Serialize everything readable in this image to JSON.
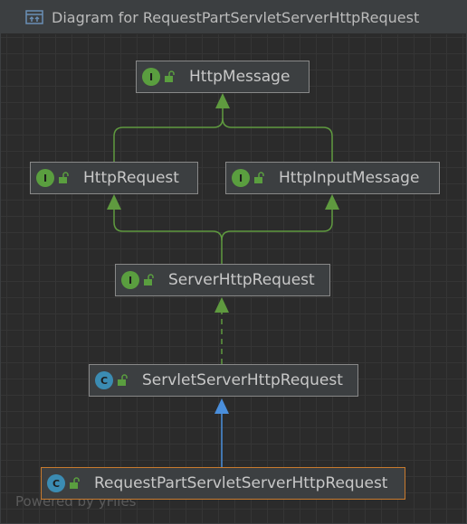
{
  "window": {
    "title": "Diagram for RequestPartServletServerHttpRequest"
  },
  "nodes": [
    {
      "id": "HttpMessage",
      "label": "HttpMessage",
      "kind": "interface",
      "kind_letter": "I"
    },
    {
      "id": "HttpRequest",
      "label": "HttpRequest",
      "kind": "interface",
      "kind_letter": "I"
    },
    {
      "id": "HttpInputMessage",
      "label": "HttpInputMessage",
      "kind": "interface",
      "kind_letter": "I"
    },
    {
      "id": "ServerHttpRequest",
      "label": "ServerHttpRequest",
      "kind": "interface",
      "kind_letter": "I"
    },
    {
      "id": "ServletServerHttpRequest",
      "label": "ServletServerHttpRequest",
      "kind": "class",
      "kind_letter": "C"
    },
    {
      "id": "RequestPartServletServerHttpRequest",
      "label": "RequestPartServletServerHttpRequest",
      "kind": "class",
      "kind_letter": "C",
      "selected": true
    }
  ],
  "edges": [
    {
      "from": "HttpRequest",
      "to": "HttpMessage",
      "type": "extends-interface"
    },
    {
      "from": "HttpInputMessage",
      "to": "HttpMessage",
      "type": "extends-interface"
    },
    {
      "from": "ServerHttpRequest",
      "to": "HttpRequest",
      "type": "extends-interface"
    },
    {
      "from": "ServerHttpRequest",
      "to": "HttpInputMessage",
      "type": "extends-interface"
    },
    {
      "from": "ServletServerHttpRequest",
      "to": "ServerHttpRequest",
      "type": "implements"
    },
    {
      "from": "RequestPartServletServerHttpRequest",
      "to": "ServletServerHttpRequest",
      "type": "extends-class"
    }
  ],
  "colors": {
    "interface_edge": "#5f9a3f",
    "implements_edge": "#5f9a3f",
    "class_edge": "#4a8fdc",
    "selected_border": "#c97b2e"
  },
  "icons": {
    "title": "class-diagram-icon",
    "interface": "interface-icon",
    "class": "class-icon",
    "visibility": "unlocked-public-icon"
  },
  "watermark": "Powered by yFiles"
}
